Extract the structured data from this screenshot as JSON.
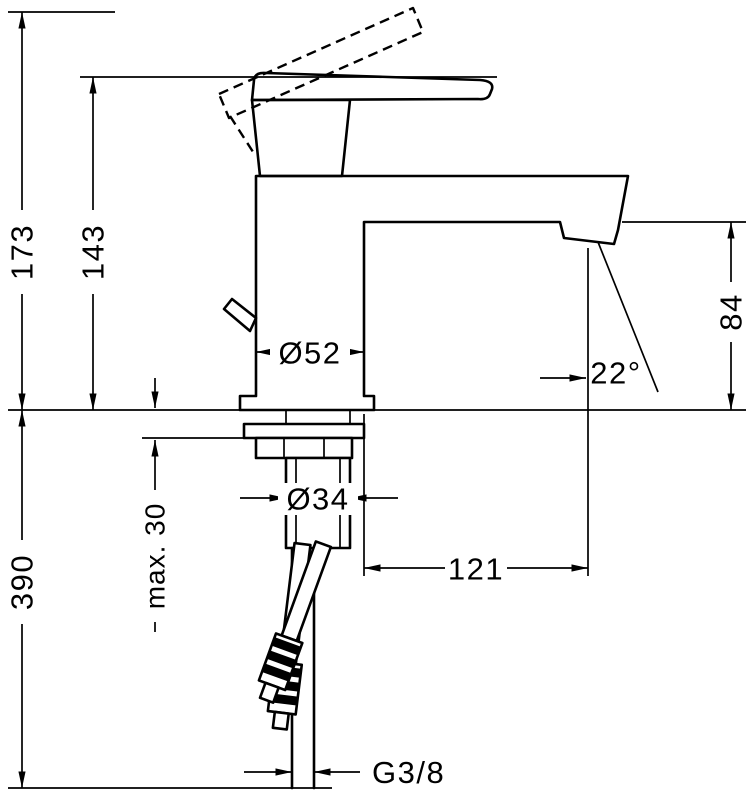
{
  "colors": {
    "line": "#000000",
    "background": "#ffffff"
  },
  "drawing": {
    "labels": {
      "total_height": "173",
      "height_to_spout_top": "143",
      "outlet_height": "84",
      "base_diameter": "Ø52",
      "spray_angle": "22°",
      "max_counter_thickness": "max. 30",
      "shank_diameter": "Ø34",
      "length_below_deck": "390",
      "spout_reach": "121",
      "connection_thread": "G3/8"
    }
  }
}
